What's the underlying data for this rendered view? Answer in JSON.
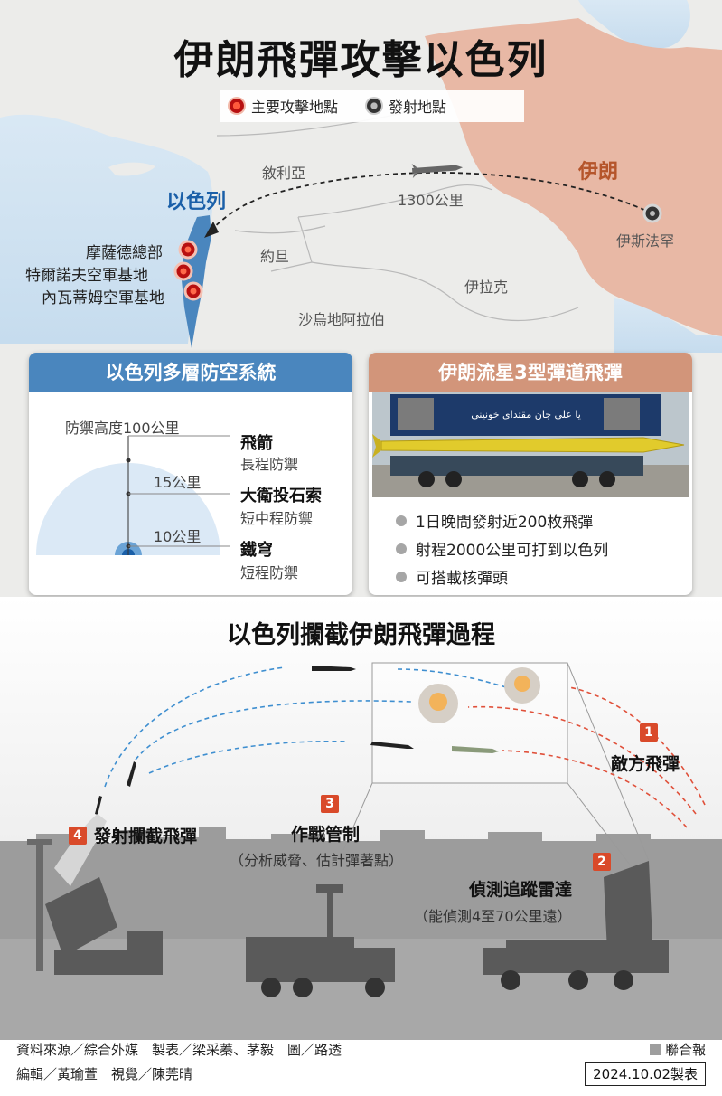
{
  "title": "伊朗飛彈攻擊以色列",
  "legend": {
    "main_target": "主要攻擊地點",
    "launch_site": "發射地點",
    "colors": {
      "target": "#c0201a",
      "launch": "#333333"
    }
  },
  "map": {
    "syria": "敘利亞",
    "iran": "伊朗",
    "israel": "以色列",
    "jordan": "約旦",
    "iraq": "伊拉克",
    "saudi": "沙烏地阿拉伯",
    "distance": "1300公里",
    "launch_city": "伊斯法罕",
    "targets": [
      "摩薩德總部",
      "特爾諾夫空軍基地",
      "內瓦蒂姆空軍基地"
    ],
    "colors": {
      "israel": "#4a86be",
      "iran": "#e8b8a5",
      "land": "#ececea",
      "sea": "#cfe2f1"
    }
  },
  "defense_panel": {
    "title": "以色列多層防空系統",
    "layers": [
      {
        "altitude": "防禦高度100公里",
        "name": "飛箭",
        "range": "長程防禦"
      },
      {
        "altitude": "15公里",
        "name": "大衛投石索",
        "range": "短中程防禦"
      },
      {
        "altitude": "10公里",
        "name": "鐵穹",
        "range": "短程防禦"
      }
    ]
  },
  "missile_panel": {
    "title": "伊朗流星3型彈道飛彈",
    "facts": [
      "1日晚間發射近200枚飛彈",
      "射程2000公里可打到以色列",
      "可搭載核彈頭"
    ],
    "photo_banner": "یا علی جان مقتدای خونینی"
  },
  "intercept": {
    "title": "以色列攔截伊朗飛彈過程",
    "steps": [
      {
        "num": "1",
        "label": "敵方飛彈",
        "sub": ""
      },
      {
        "num": "2",
        "label": "偵測追蹤雷達",
        "sub": "（能偵測4至70公里遠）"
      },
      {
        "num": "3",
        "label": "作戰管制",
        "sub": "（分析威脅、估計彈著點）"
      },
      {
        "num": "4",
        "label": "發射攔截飛彈",
        "sub": ""
      }
    ]
  },
  "footer": {
    "line1": "資料來源／綜合外媒　製表／梁采蓁、茅毅　圖／路透",
    "line2": "編輯／黃瑜萱　視覺／陳莞晴",
    "publisher": "聯合報",
    "date": "2024.10.02製表"
  }
}
